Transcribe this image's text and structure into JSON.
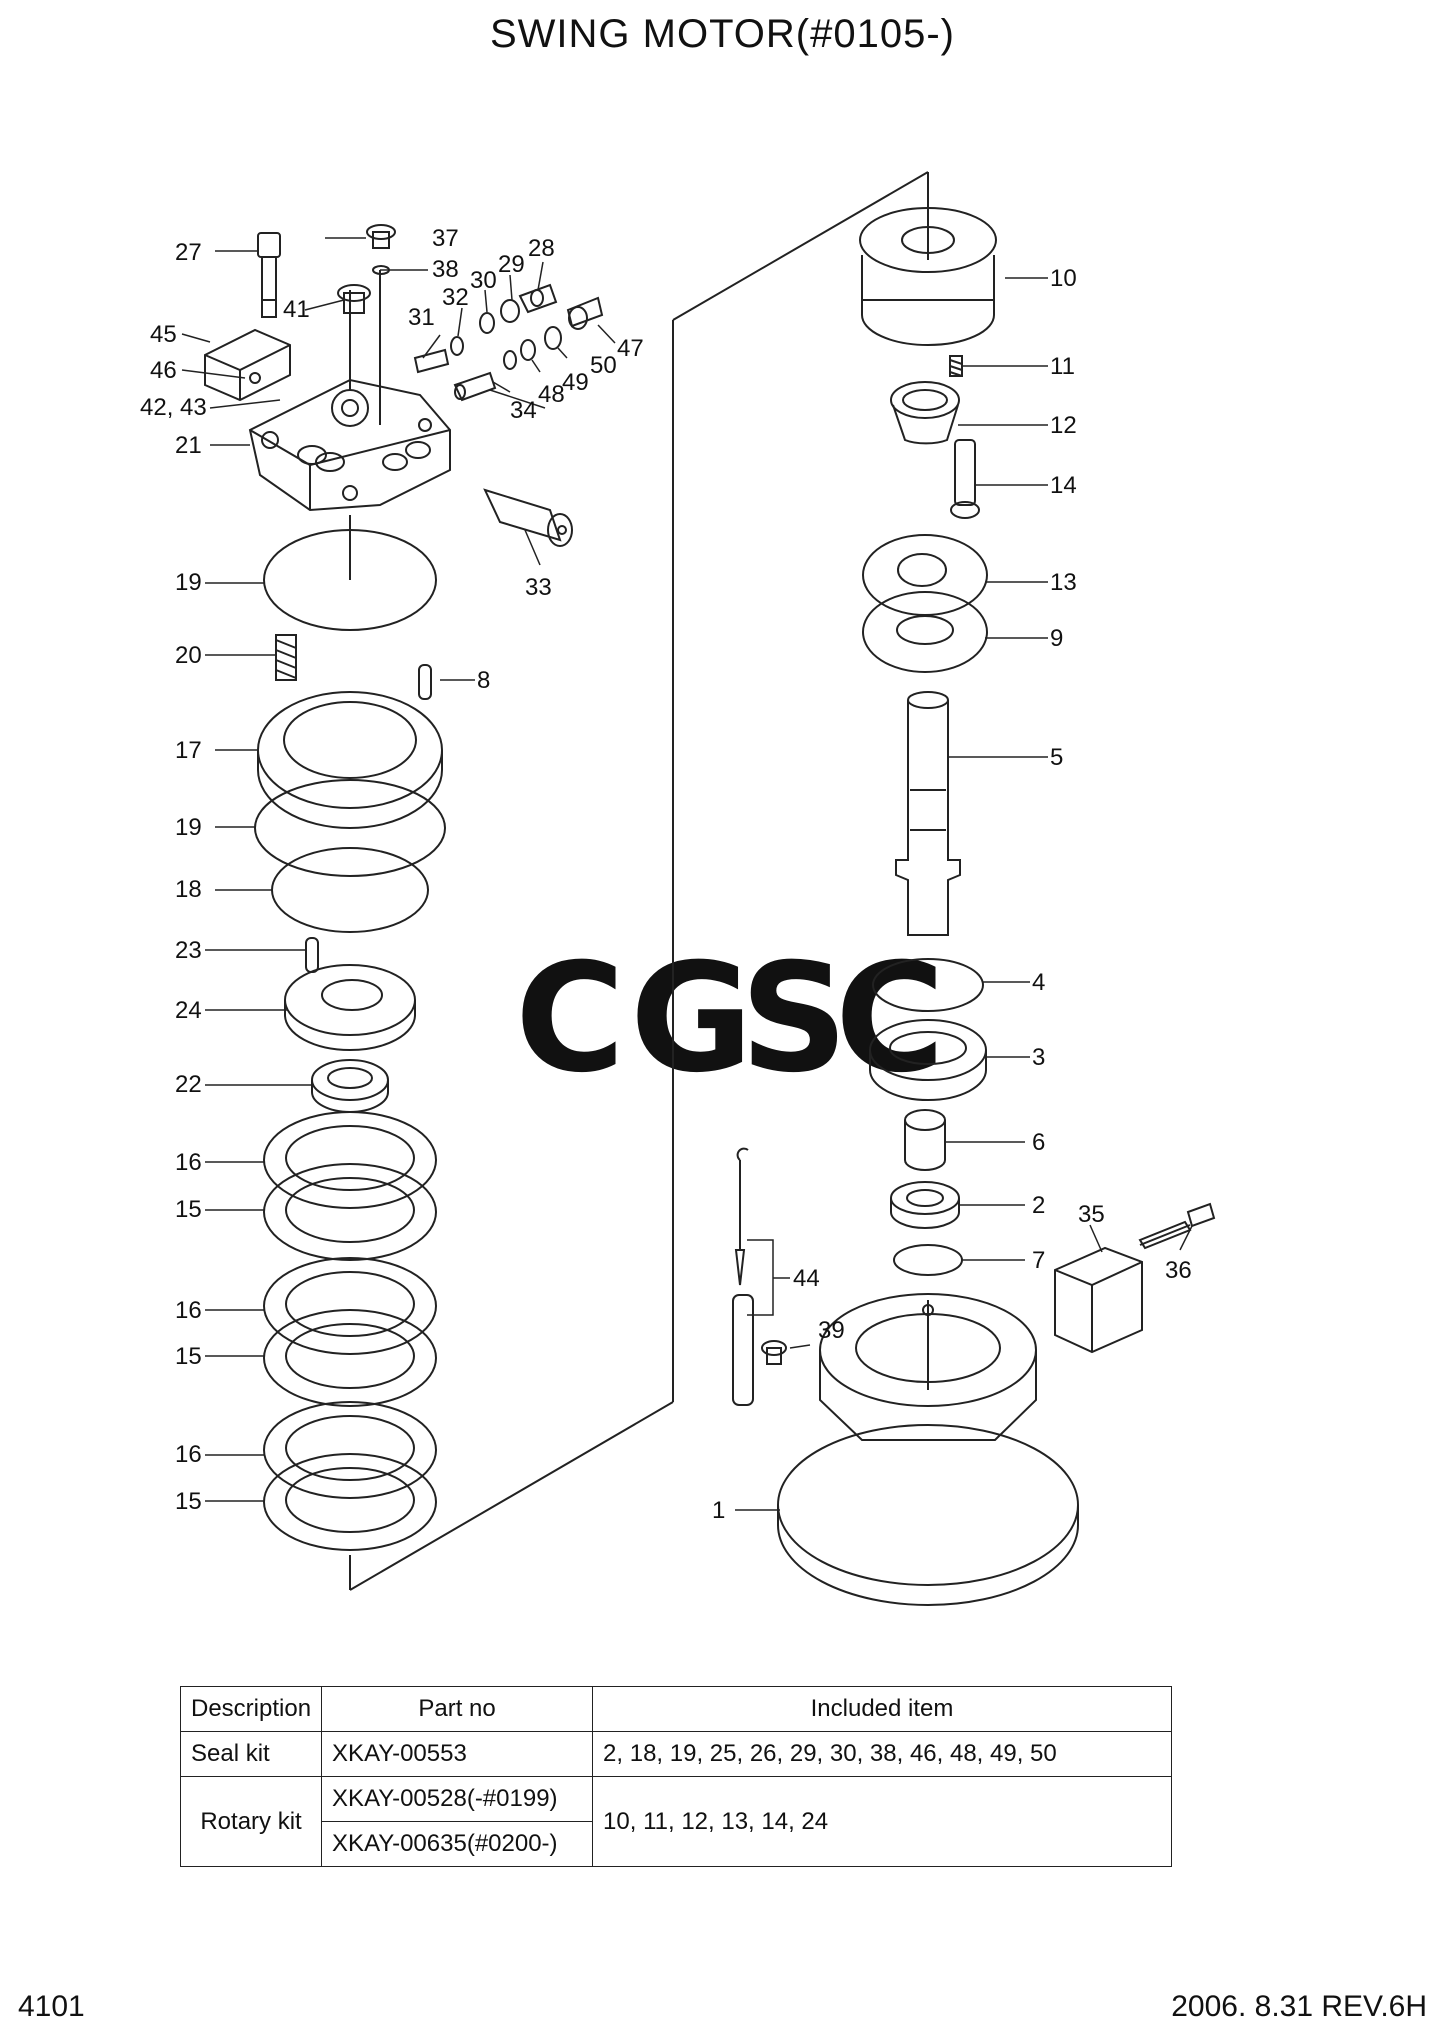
{
  "header": {
    "title": "SWING MOTOR(#0105-)"
  },
  "callouts": {
    "c1": "1",
    "c2": "2",
    "c3": "3",
    "c4": "4",
    "c5": "5",
    "c6": "6",
    "c7": "7",
    "c8": "8",
    "c9": "9",
    "c10": "10",
    "c11": "11",
    "c12": "12",
    "c13": "13",
    "c14": "14",
    "c15a": "15",
    "c15b": "15",
    "c15c": "15",
    "c16a": "16",
    "c16b": "16",
    "c16c": "16",
    "c17": "17",
    "c18": "18",
    "c19a": "19",
    "c19b": "19",
    "c20": "20",
    "c21": "21",
    "c22": "22",
    "c23": "23",
    "c24": "24",
    "c27": "27",
    "c28": "28",
    "c29": "29",
    "c30": "30",
    "c31": "31",
    "c32": "32",
    "c33": "33",
    "c34": "34",
    "c35": "35",
    "c36": "36",
    "c37": "37",
    "c38": "38",
    "c39": "39",
    "c41": "41",
    "c4243": "42, 43",
    "c44": "44",
    "c45": "45",
    "c46": "46",
    "c47": "47",
    "c48": "48",
    "c49": "49",
    "c50": "50"
  },
  "watermark": {
    "text": "CGSC",
    "colors": [
      "#6fa0f0",
      "#f08080",
      "#f5d64a",
      "#6cc48a"
    ]
  },
  "kit_table": {
    "headers": [
      "Description",
      "Part no",
      "Included item"
    ],
    "seal_kit": {
      "description": "Seal kit",
      "part_no": "XKAY-00553",
      "items": "2, 18, 19, 25, 26, 29, 30, 38, 46, 48, 49, 50"
    },
    "rotary_kit": {
      "description": "Rotary kit",
      "part_no_1": "XKAY-00528(-#0199)",
      "part_no_2": "XKAY-00635(#0200-)",
      "items": "10, 11, 12, 13, 14, 24"
    }
  },
  "footer": {
    "page_number": "4101",
    "revision": "2006. 8.31  REV.6H"
  }
}
